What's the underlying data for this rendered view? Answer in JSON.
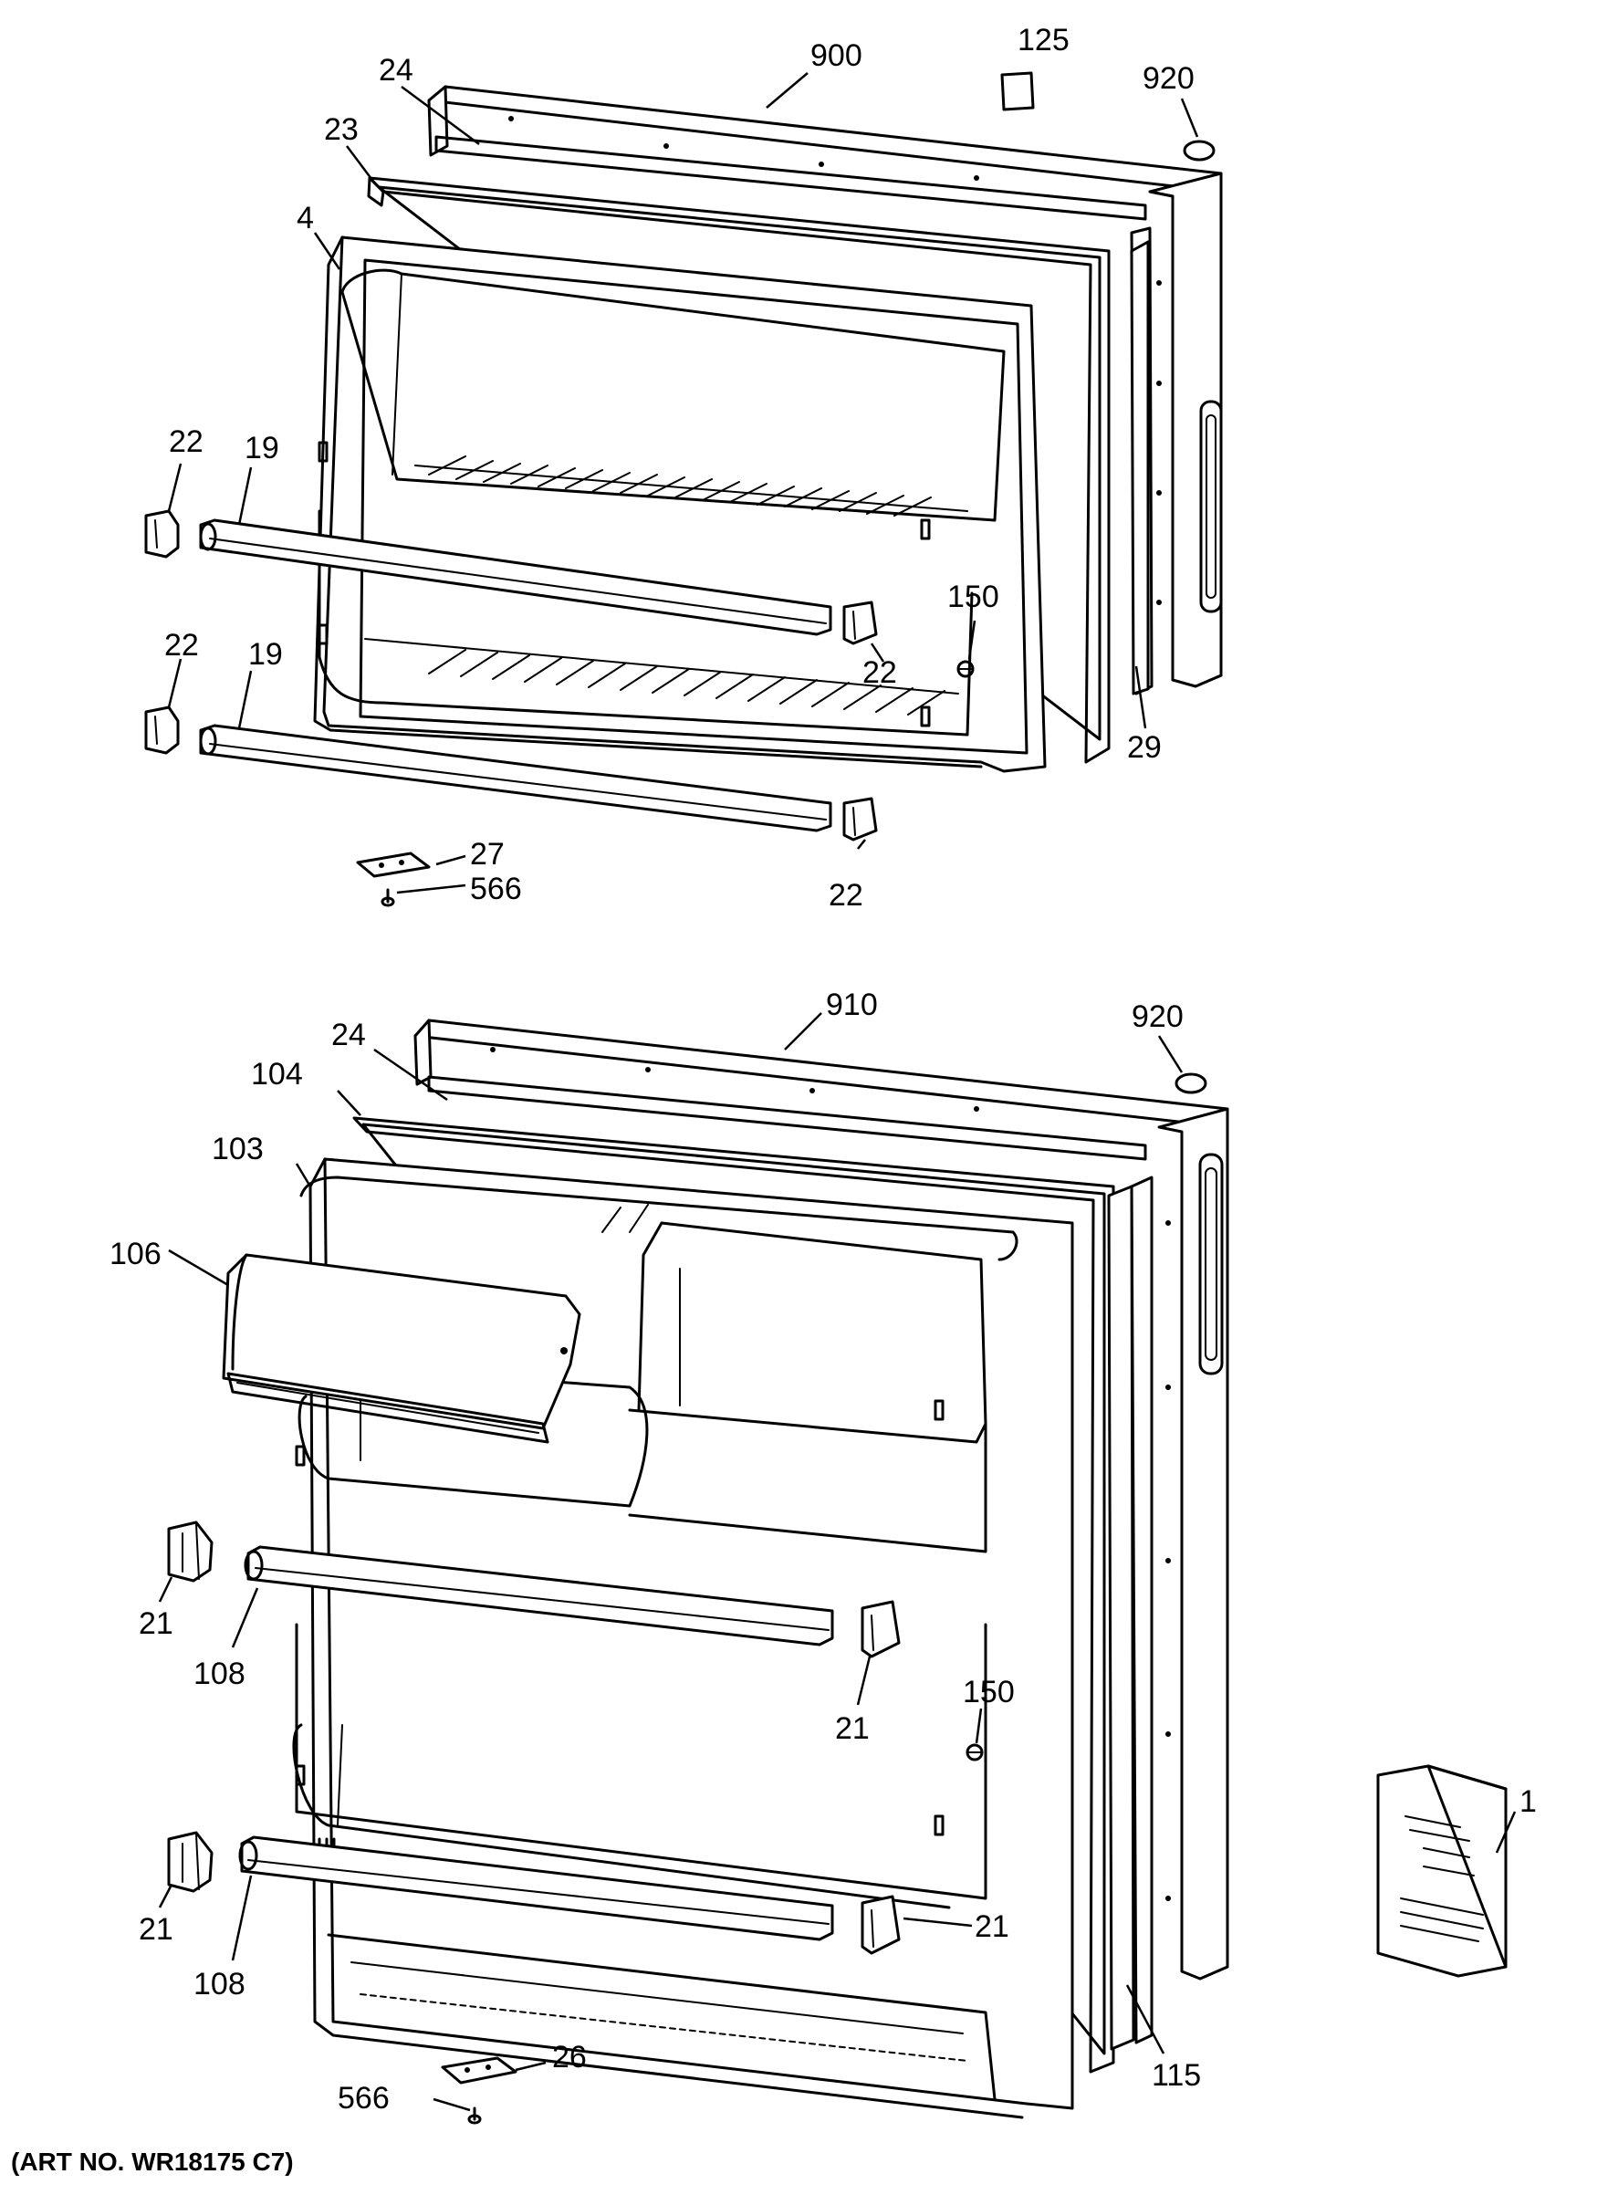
{
  "diagram": {
    "art_number": "(ART NO. WR18175 C7)",
    "freezer_door_callouts": {
      "door": "900",
      "label_125": "125",
      "plug_920": "920",
      "gasket_24": "24",
      "gasket_23": "23",
      "liner_4": "4",
      "cap_22_upper_left": "22",
      "bar_19_upper": "19",
      "cap_22_upper_right": "22",
      "cap_22_lower_left": "22",
      "bar_19_lower": "19",
      "cap_22_lower_right": "22",
      "screw_150": "150",
      "strip_29": "29",
      "hinge_27": "27",
      "screw_566": "566"
    },
    "fresh_food_door_callouts": {
      "door": "910",
      "plug_920": "920",
      "gasket_24": "24",
      "gasket_104": "104",
      "liner_103": "103",
      "dairy_door_106": "106",
      "cap_21_upper_left": "21",
      "bar_108_upper": "108",
      "cap_21_upper_right": "21",
      "screw_150": "150",
      "cap_21_lower_left": "21",
      "bar_108_lower": "108",
      "cap_21_lower_right": "21",
      "strip_115": "115",
      "hinge_26": "26",
      "screw_566": "566",
      "literature_1": "1"
    }
  }
}
